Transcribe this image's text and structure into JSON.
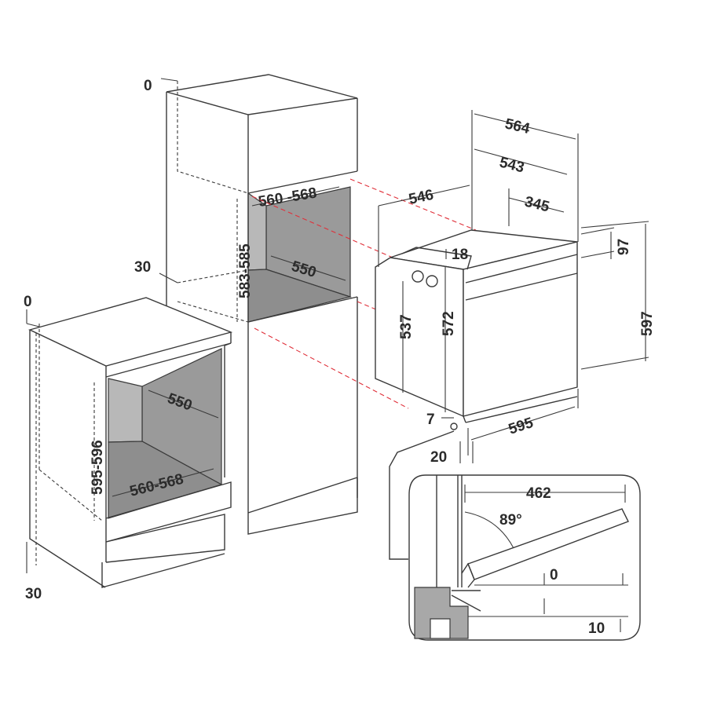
{
  "colors": {
    "line": "#3a3a3a",
    "cavity_gray": "#9a9a9a",
    "cavity_dark": "#7d7d7d",
    "alignment": "#e0303a",
    "floor_gray": "#a8a8a8"
  },
  "column": {
    "top_offset": "0",
    "opening_width": "560 -568",
    "opening_height": "583-585",
    "depth": "550",
    "side_clearance": "30"
  },
  "base_cabinet": {
    "top_offset": "0",
    "opening_width": "560-568",
    "opening_height": "595-596",
    "depth": "550",
    "side_clearance": "30"
  },
  "oven": {
    "depth_total": "564",
    "depth_body": "543",
    "depth_side": "546",
    "rear_depth": "345",
    "top_height": "97",
    "height_total": "597",
    "front_gap": "18",
    "body_height_537": "537",
    "body_height_572": "572",
    "width": "595",
    "bottom_gap": "7",
    "front_offset": "20"
  },
  "door_detail": {
    "door_length": "462",
    "angle": "89°",
    "clearance_a": "0",
    "clearance_b": "10"
  }
}
